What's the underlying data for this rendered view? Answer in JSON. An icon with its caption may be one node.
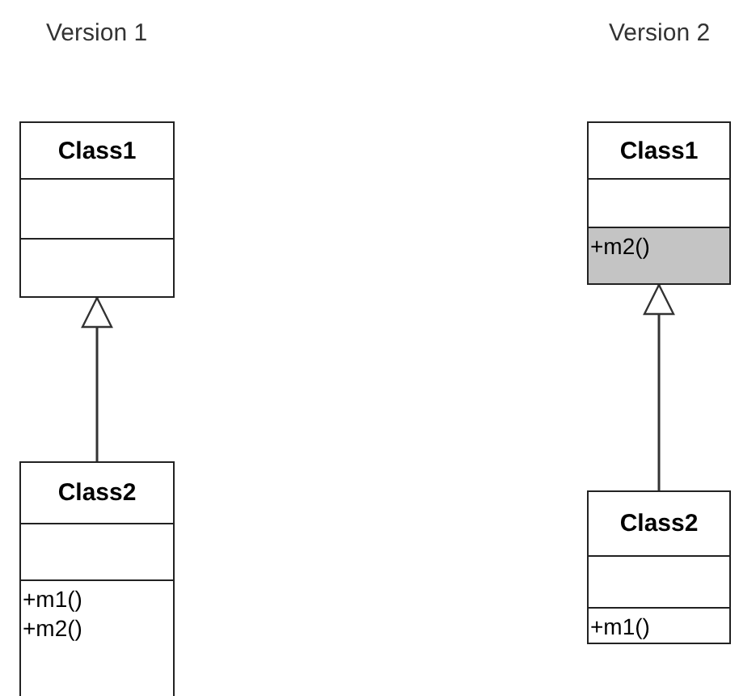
{
  "diagram": {
    "nodes": [
      {
        "text": [
          "Class1"
        ]
      },
      {
        "text": [
          "Class2",
          "+m1()",
          "+m2()"
        ]
      },
      {
        "text": [
          "Class1",
          "+m2()"
        ]
      },
      {
        "text": [
          "Class2",
          "+m1()"
        ]
      }
    ],
    "edges": [
      {
        "from": 1,
        "to": 0,
        "arrow": "to"
      },
      {
        "from": 3,
        "to": 2,
        "arrow": "to"
      }
    ],
    "labels": [
      "Version 1",
      "Version 2"
    ]
  }
}
